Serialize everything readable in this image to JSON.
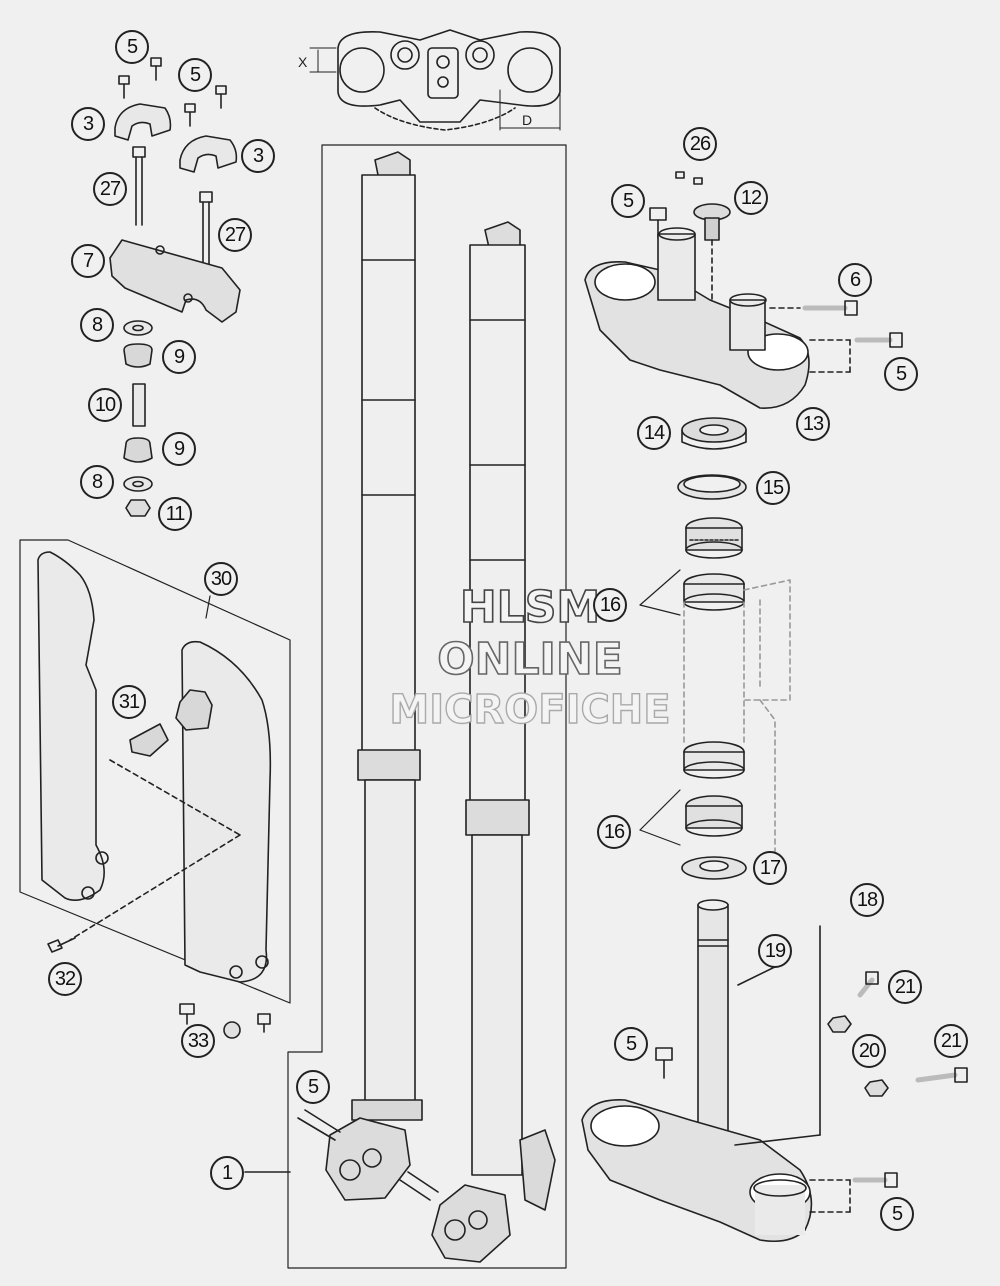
{
  "watermark": {
    "line1": "HLSM",
    "line2": "ONLINE",
    "line3": "MICROFICHE"
  },
  "dimensions": {
    "x_label": "X",
    "d_label": "D"
  },
  "callouts": [
    {
      "id": "c5a",
      "label": "5"
    },
    {
      "id": "c5b",
      "label": "5"
    },
    {
      "id": "c3a",
      "label": "3"
    },
    {
      "id": "c3b",
      "label": "3"
    },
    {
      "id": "c27a",
      "label": "27"
    },
    {
      "id": "c27b",
      "label": "27"
    },
    {
      "id": "c7",
      "label": "7"
    },
    {
      "id": "c8a",
      "label": "8"
    },
    {
      "id": "c9a",
      "label": "9"
    },
    {
      "id": "c10",
      "label": "10"
    },
    {
      "id": "c9b",
      "label": "9"
    },
    {
      "id": "c8b",
      "label": "8"
    },
    {
      "id": "c11",
      "label": "11"
    },
    {
      "id": "c30",
      "label": "30"
    },
    {
      "id": "c31",
      "label": "31"
    },
    {
      "id": "c32",
      "label": "32"
    },
    {
      "id": "c33",
      "label": "33"
    },
    {
      "id": "c1",
      "label": "1"
    },
    {
      "id": "c5c",
      "label": "5"
    },
    {
      "id": "c26",
      "label": "26"
    },
    {
      "id": "c5d",
      "label": "5"
    },
    {
      "id": "c12",
      "label": "12"
    },
    {
      "id": "c6",
      "label": "6"
    },
    {
      "id": "c5e",
      "label": "5"
    },
    {
      "id": "c14",
      "label": "14"
    },
    {
      "id": "c13",
      "label": "13"
    },
    {
      "id": "c15",
      "label": "15"
    },
    {
      "id": "c16a",
      "label": "16"
    },
    {
      "id": "c16b",
      "label": "16"
    },
    {
      "id": "c17",
      "label": "17"
    },
    {
      "id": "c18",
      "label": "18"
    },
    {
      "id": "c19",
      "label": "19"
    },
    {
      "id": "c21a",
      "label": "21"
    },
    {
      "id": "c20",
      "label": "20"
    },
    {
      "id": "c21b",
      "label": "21"
    },
    {
      "id": "c5f",
      "label": "5"
    },
    {
      "id": "c5g",
      "label": "5"
    }
  ]
}
